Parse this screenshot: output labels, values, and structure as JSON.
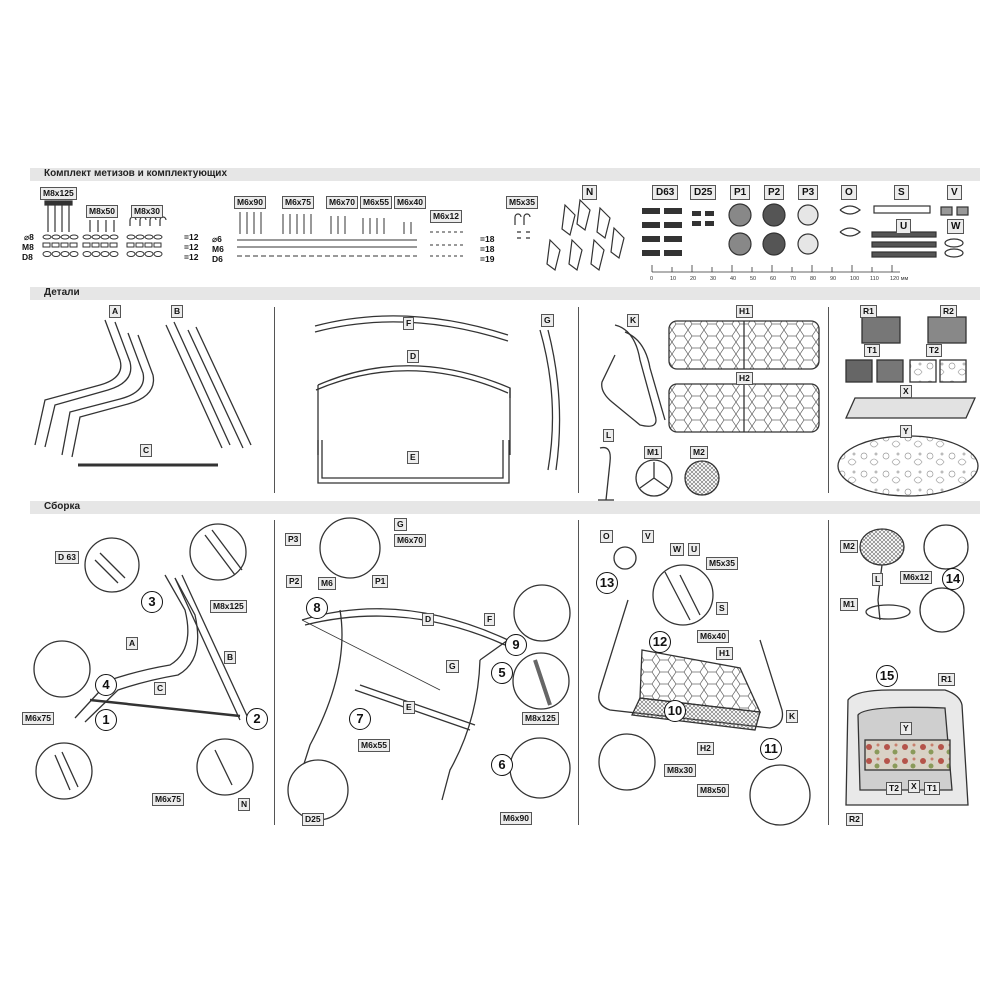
{
  "sections": {
    "hardware": "Комплект метизов и комплектующих",
    "parts": "Детали",
    "assembly": "Сборка"
  },
  "hardware_labels": {
    "m8x125": "M8x125",
    "m8x50": "M8x50",
    "m8x30": "M8x30",
    "m6x90": "M6x90",
    "m6x75": "M6x75",
    "m6x70": "M6x70",
    "m6x55": "M6x55",
    "m6x40": "M6x40",
    "m6x12": "M6x12",
    "m5x35": "M5x35",
    "n": "N",
    "d63": "D63",
    "d25": "D25",
    "p1": "P1",
    "p2": "P2",
    "p3": "P3",
    "o": "O",
    "s": "S",
    "v": "V",
    "u": "U",
    "w": "W"
  },
  "washers_left": {
    "d": "⌀8",
    "m": "M8",
    "dd": "D8",
    "q1": "=12",
    "q2": "=12",
    "q3": "=12"
  },
  "washers_right": {
    "d": "⌀6",
    "m": "M6",
    "dd": "D6",
    "q1": "=18",
    "q2": "=18",
    "q3": "=19"
  },
  "ruler": {
    "ticks": [
      "0",
      "10",
      "20",
      "30",
      "40",
      "50",
      "60",
      "70",
      "80",
      "90",
      "100",
      "110",
      "120 мм"
    ]
  },
  "parts_labels": {
    "a": "A",
    "b": "B",
    "c": "C",
    "f": "F",
    "d": "D",
    "e": "E",
    "g": "G",
    "k": "K",
    "h1": "H1",
    "h2": "H2",
    "l": "L",
    "m1": "M1",
    "m2": "M2",
    "r1": "R1",
    "r2": "R2",
    "t1": "T1",
    "t2": "T2",
    "x": "X",
    "y": "Y"
  },
  "assembly_labels": {
    "d63": "D 63",
    "m8x125": "M8x125",
    "a": "A",
    "b": "B",
    "c": "C",
    "m6x75_left": "M6x75",
    "m6x75_bottom": "M6x75",
    "n": "N",
    "p3": "P3",
    "g": "G",
    "m6x70": "M6x70",
    "p2": "P2",
    "m6": "M6",
    "p1": "P1",
    "d": "D",
    "f": "F",
    "g2": "G",
    "e": "E",
    "m6x55": "M6x55",
    "d25": "D25",
    "m8x125_b": "M8x125",
    "m6x90": "M6x90",
    "o": "O",
    "v": "V",
    "w": "W",
    "u": "U",
    "m5x35": "M5x35",
    "s": "S",
    "m6x40": "M6x40",
    "h1": "H1",
    "h2": "H2",
    "k": "K",
    "m8x30": "M8x30",
    "m8x50": "M8x50",
    "m2": "M2",
    "l": "L",
    "m6x12": "M6x12",
    "m1": "M1",
    "r1": "R1",
    "y": "Y",
    "t2": "T2",
    "x": "X",
    "t1": "T1",
    "r2": "R2"
  },
  "steps": [
    "1",
    "2",
    "3",
    "4",
    "5",
    "6",
    "7",
    "8",
    "9",
    "10",
    "11",
    "12",
    "13",
    "14",
    "15"
  ]
}
